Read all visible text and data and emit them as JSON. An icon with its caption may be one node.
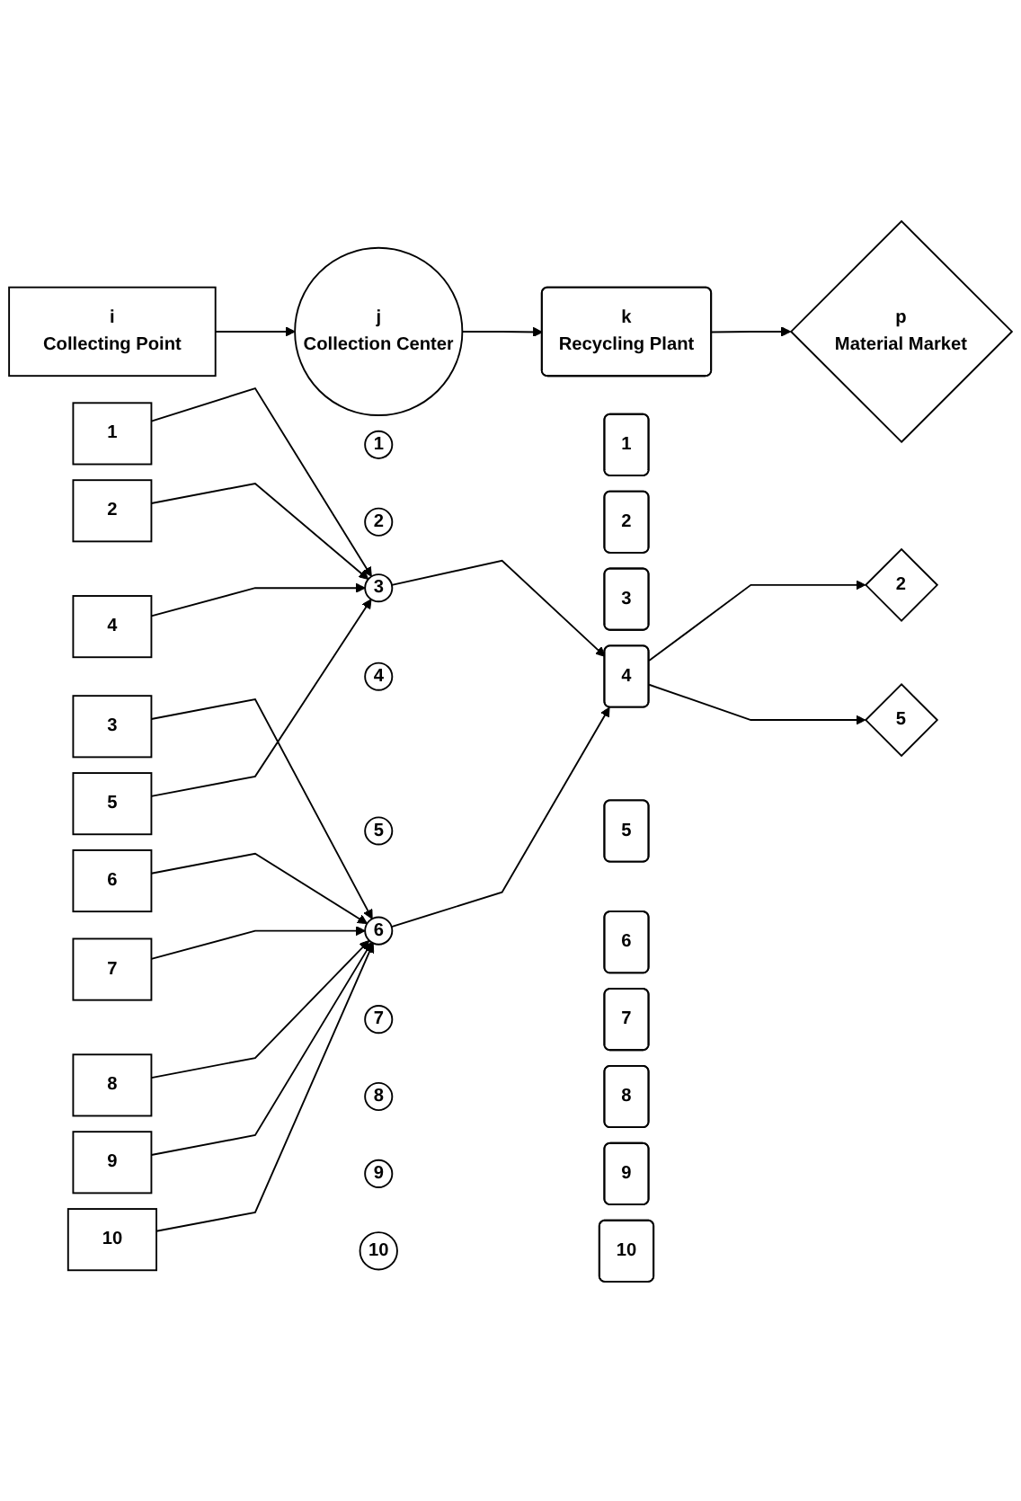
{
  "diagram": {
    "nodes": [
      {
        "text": [
          "i",
          "Collecting Point"
        ]
      },
      {
        "text": [
          "j",
          "Collection Center"
        ]
      },
      {
        "text": [
          "k",
          "Recycling Plant"
        ]
      },
      {
        "text": [
          "p",
          "Material Market"
        ]
      },
      {
        "text": [
          "1"
        ]
      },
      {
        "text": [
          "2"
        ]
      },
      {
        "text": [
          "3"
        ]
      },
      {
        "text": [
          "4"
        ]
      },
      {
        "text": [
          "5"
        ]
      },
      {
        "text": [
          "6"
        ]
      },
      {
        "text": [
          "7"
        ]
      },
      {
        "text": [
          "8"
        ]
      },
      {
        "text": [
          "9"
        ]
      },
      {
        "text": [
          "10"
        ]
      },
      {
        "text": [
          "1"
        ]
      },
      {
        "text": [
          "2"
        ]
      },
      {
        "text": [
          "3"
        ]
      },
      {
        "text": [
          "4"
        ]
      },
      {
        "text": [
          "5"
        ]
      },
      {
        "text": [
          "6"
        ]
      },
      {
        "text": [
          "7"
        ]
      },
      {
        "text": [
          "8"
        ]
      },
      {
        "text": [
          "9"
        ]
      },
      {
        "text": [
          "10"
        ]
      },
      {
        "text": [
          "1"
        ]
      },
      {
        "text": [
          "2"
        ]
      },
      {
        "text": [
          "3"
        ]
      },
      {
        "text": [
          "4"
        ]
      },
      {
        "text": [
          "5"
        ]
      },
      {
        "text": [
          "6"
        ]
      },
      {
        "text": [
          "7"
        ]
      },
      {
        "text": [
          "8"
        ]
      },
      {
        "text": [
          "9"
        ]
      },
      {
        "text": [
          "10"
        ]
      },
      {
        "text": [
          "2"
        ]
      },
      {
        "text": [
          "5"
        ]
      }
    ],
    "edges": [
      {
        "from": 0,
        "to": 1,
        "arrow": "to"
      },
      {
        "from": 1,
        "to": 2,
        "arrow": "to"
      },
      {
        "from": 2,
        "to": 3,
        "arrow": "to"
      },
      {
        "from": 4,
        "to": 16,
        "arrow": "to"
      },
      {
        "from": 5,
        "to": 16,
        "arrow": "to"
      },
      {
        "from": 6,
        "to": 19,
        "arrow": "to"
      },
      {
        "from": 7,
        "to": 16,
        "arrow": "to"
      },
      {
        "from": 8,
        "to": 16,
        "arrow": "to"
      },
      {
        "from": 9,
        "to": 19,
        "arrow": "to"
      },
      {
        "from": 10,
        "to": 19,
        "arrow": "to"
      },
      {
        "from": 11,
        "to": 19,
        "arrow": "to"
      },
      {
        "from": 12,
        "to": 19,
        "arrow": "to"
      },
      {
        "from": 13,
        "to": 19,
        "arrow": "to"
      },
      {
        "from": 16,
        "to": 27,
        "arrow": "to"
      },
      {
        "from": 19,
        "to": 27,
        "arrow": "to"
      },
      {
        "from": 27,
        "to": 34,
        "arrow": "to"
      },
      {
        "from": 27,
        "to": 35,
        "arrow": "to"
      }
    ]
  }
}
